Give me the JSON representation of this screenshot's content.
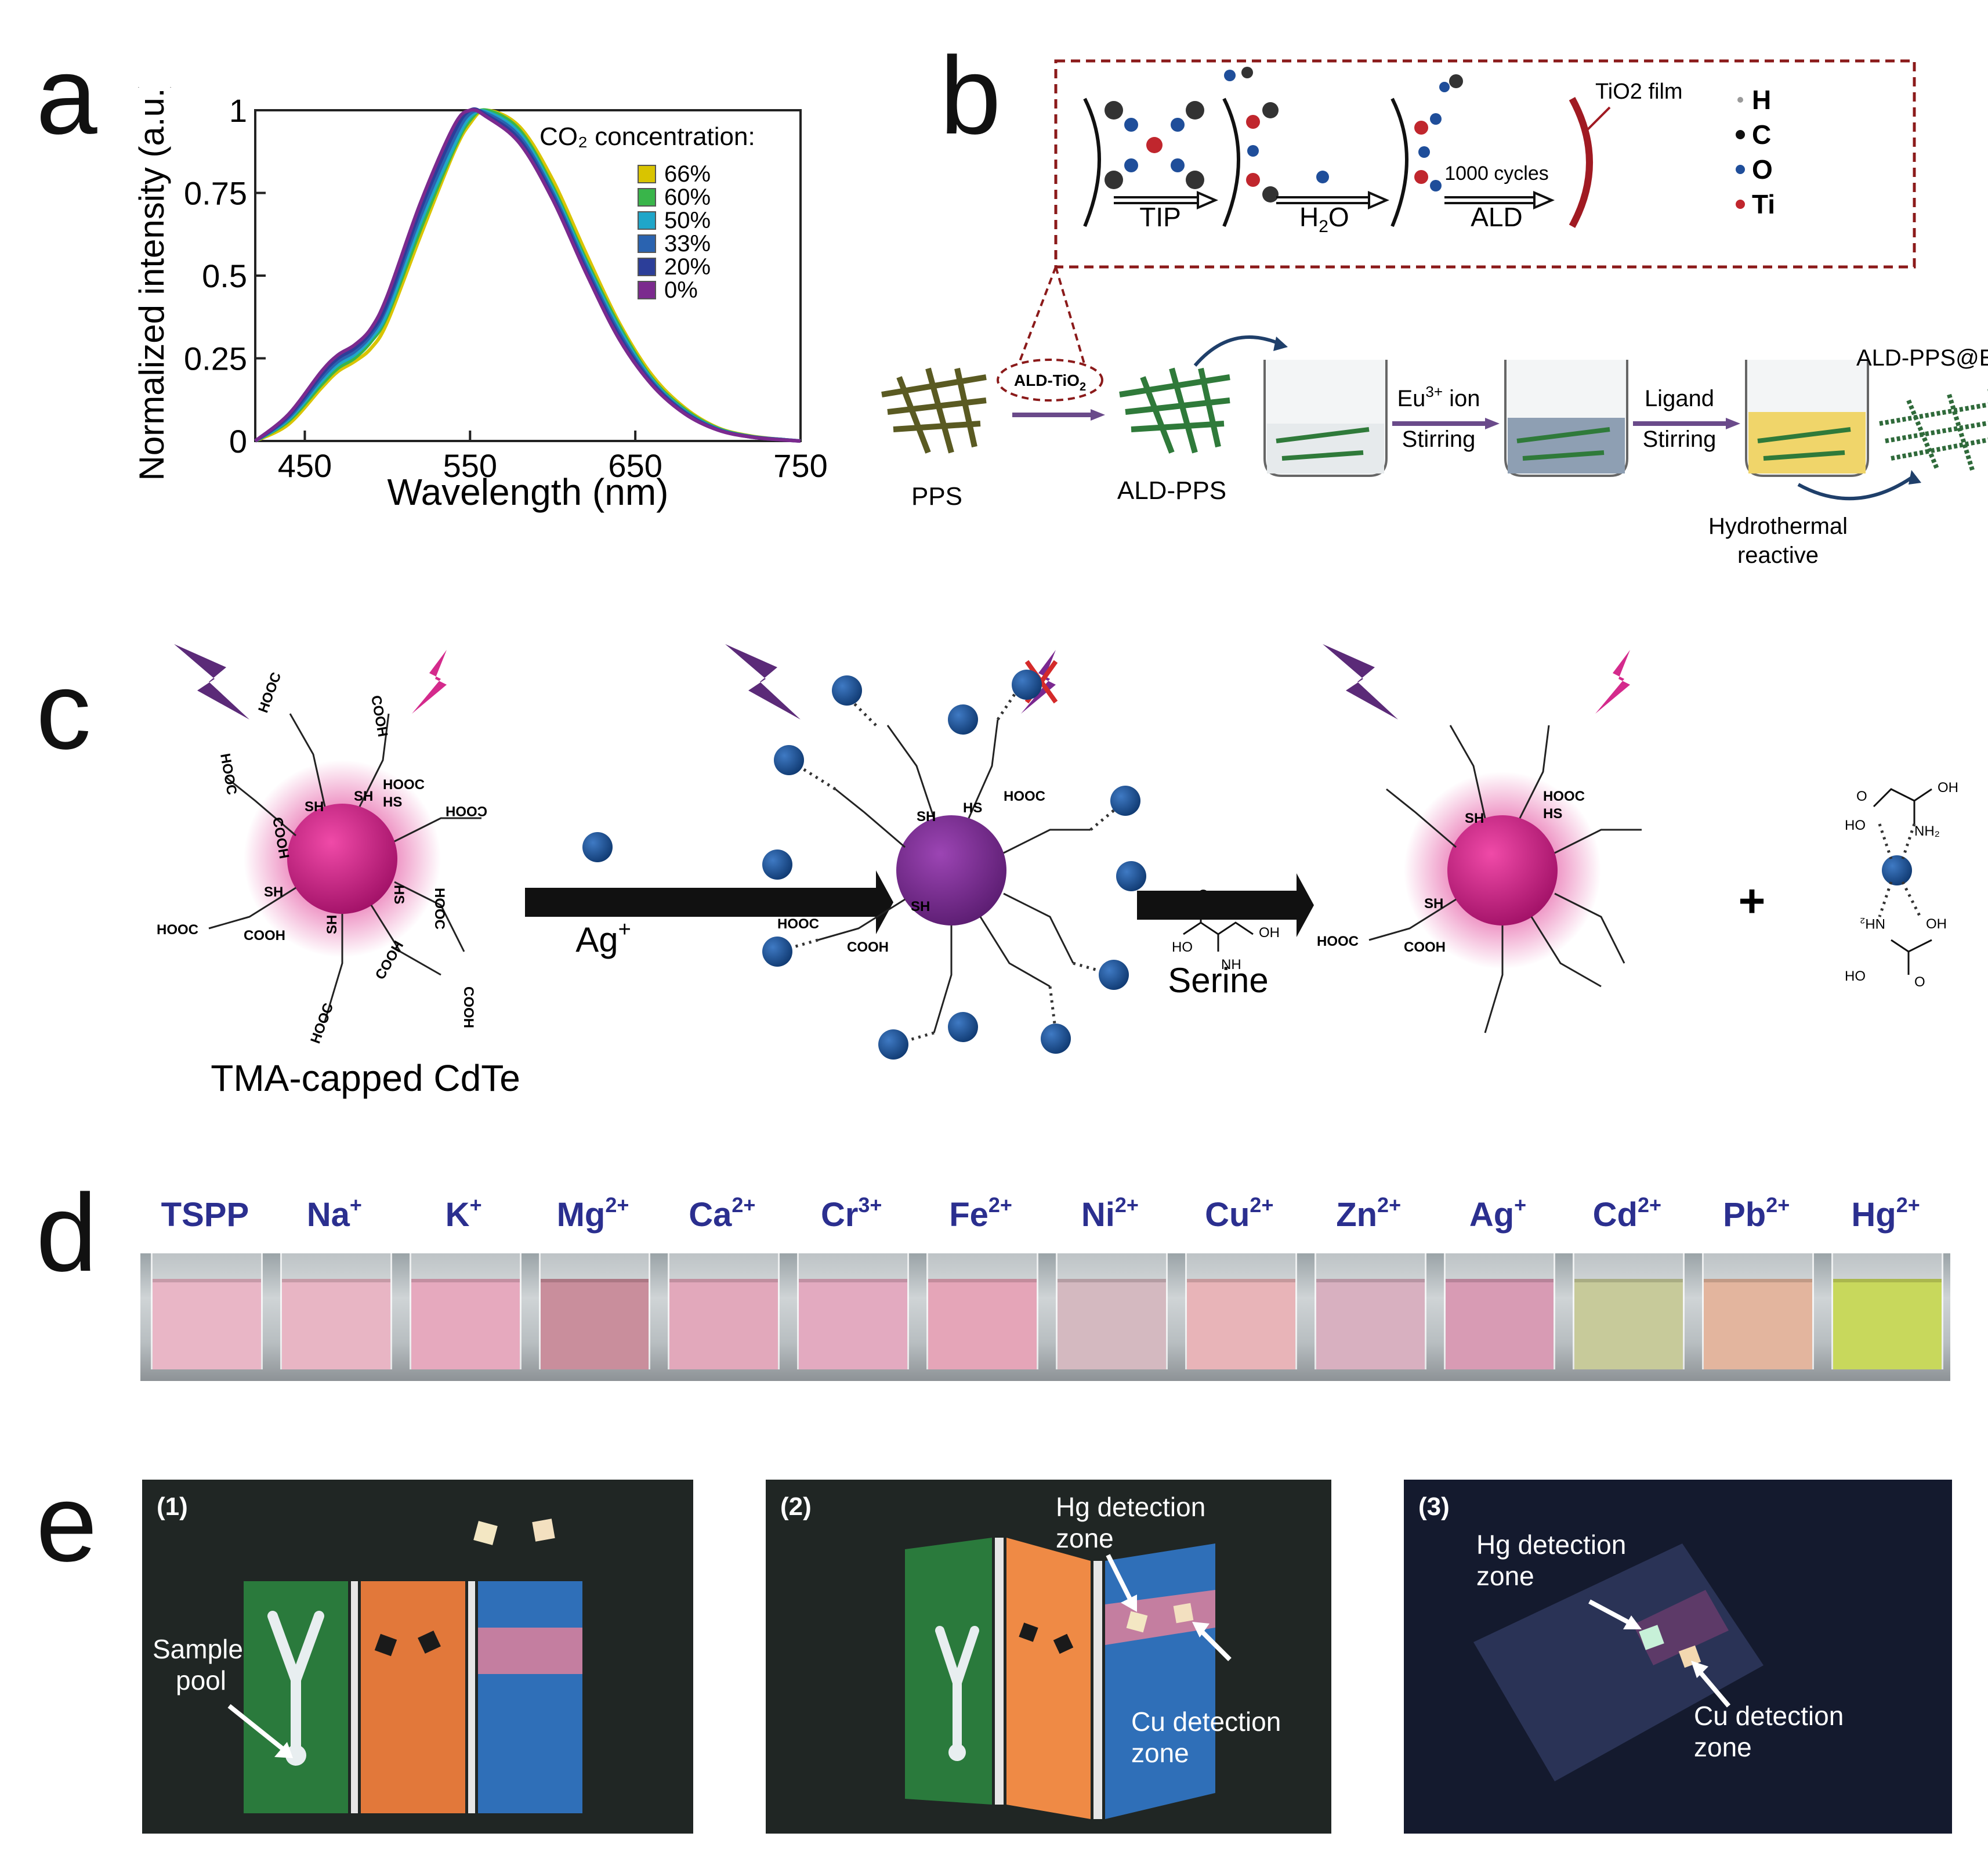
{
  "panels": {
    "a": {
      "letter": "a",
      "chart_data": {
        "type": "line",
        "xlabel": "Wavelength (nm)",
        "ylabel": "Normalized intensity (a.u.)",
        "xlim": [
          420,
          750
        ],
        "ylim": [
          0,
          1
        ],
        "xticks": [
          "450",
          "550",
          "650",
          "750"
        ],
        "yticks": [
          "0",
          "0.25",
          "0.5",
          "0.75",
          "1"
        ],
        "legend_title": "CO₂ concentration:",
        "legend_position": "top-right",
        "x": [
          420,
          440,
          460,
          470,
          480,
          490,
          500,
          520,
          540,
          550,
          560,
          580,
          600,
          620,
          640,
          660,
          680,
          700,
          720,
          740,
          750
        ],
        "series": [
          {
            "name": "66%",
            "color": "#d9c400",
            "values": [
              0.0,
              0.05,
              0.16,
              0.21,
              0.24,
              0.28,
              0.36,
              0.62,
              0.87,
              0.96,
              1.0,
              0.95,
              0.79,
              0.57,
              0.36,
              0.2,
              0.1,
              0.04,
              0.015,
              0.004,
              0.0
            ]
          },
          {
            "name": "60%",
            "color": "#39b54a",
            "values": [
              0.0,
              0.06,
              0.17,
              0.22,
              0.25,
              0.3,
              0.38,
              0.64,
              0.88,
              0.97,
              1.0,
              0.94,
              0.77,
              0.55,
              0.35,
              0.19,
              0.095,
              0.038,
              0.014,
              0.004,
              0.0
            ]
          },
          {
            "name": "50%",
            "color": "#1fa6c9",
            "values": [
              0.0,
              0.065,
              0.18,
              0.23,
              0.26,
              0.31,
              0.39,
              0.66,
              0.89,
              0.98,
              0.995,
              0.93,
              0.76,
              0.54,
              0.34,
              0.185,
              0.09,
              0.036,
              0.013,
              0.004,
              0.0
            ]
          },
          {
            "name": "33%",
            "color": "#2a63b0",
            "values": [
              0.0,
              0.07,
              0.19,
              0.24,
              0.27,
              0.32,
              0.41,
              0.68,
              0.91,
              0.99,
              0.99,
              0.92,
              0.75,
              0.53,
              0.33,
              0.18,
              0.088,
              0.035,
              0.013,
              0.004,
              0.0
            ]
          },
          {
            "name": "20%",
            "color": "#2c3e99",
            "values": [
              0.0,
              0.075,
              0.2,
              0.25,
              0.28,
              0.33,
              0.42,
              0.7,
              0.93,
              1.0,
              0.985,
              0.91,
              0.74,
              0.52,
              0.32,
              0.175,
              0.085,
              0.034,
              0.012,
              0.003,
              0.0
            ]
          },
          {
            "name": "0%",
            "color": "#7b2a8e",
            "values": [
              0.0,
              0.08,
              0.21,
              0.26,
              0.29,
              0.34,
              0.44,
              0.72,
              0.95,
              1.0,
              0.98,
              0.9,
              0.73,
              0.51,
              0.31,
              0.17,
              0.082,
              0.033,
              0.012,
              0.003,
              0.0
            ]
          }
        ]
      }
    },
    "b": {
      "letter": "b",
      "tip_label": "TIP",
      "h2o_label": "H",
      "h2o_sub": "2",
      "h2o_tail": "O",
      "cycles_label": "1000 cycles",
      "ald_label": "ALD",
      "film_label": "TiO2 film",
      "atoms": [
        {
          "symbol": "H",
          "color": "#9a9a9a"
        },
        {
          "symbol": "C",
          "color": "#111111"
        },
        {
          "symbol": "O",
          "color": "#1f4e9a"
        },
        {
          "symbol": "Ti",
          "color": "#c0262d"
        }
      ],
      "ald_tio2_label": "ALD-TiO",
      "ald_tio2_sub": "2",
      "pps_label": "PPS",
      "ald_pps_label": "ALD-PPS",
      "eu_label": "Eu",
      "eu_sup": "3+",
      "eu_tail": " ion",
      "stirring1": "Stirring",
      "ligand_label": "Ligand",
      "stirring2": "Stirring",
      "product_label": "ALD-PPS@Eu-MOF",
      "hydro1": "Hydrothermal",
      "hydro2": "reactive"
    },
    "c": {
      "letter": "c",
      "tma_label": "TMA-capped CdTe",
      "ag_label": "Ag",
      "ag_sup": "+",
      "serine_label": "Serine",
      "plus_sign": "+",
      "colors": {
        "qd_on": "#d0187f",
        "qd_off": "#7a2890",
        "ion": "#1d4e8f",
        "flash_dark": "#5b2a78",
        "flash_pink": "#d42a8c"
      }
    },
    "d": {
      "letter": "d",
      "tubes": [
        {
          "base": "TSPP",
          "sup": "",
          "color": "#e9b6c6"
        },
        {
          "base": "Na",
          "sup": "+",
          "color": "#e8b5c4"
        },
        {
          "base": "K",
          "sup": "+",
          "color": "#e6a9be"
        },
        {
          "base": "Mg",
          "sup": "2+",
          "color": "#c98e9c"
        },
        {
          "base": "Ca",
          "sup": "2+",
          "color": "#e2a8bb"
        },
        {
          "base": "Cr",
          "sup": "3+",
          "color": "#e3aac0"
        },
        {
          "base": "Fe",
          "sup": "2+",
          "color": "#e5a5b8"
        },
        {
          "base": "Ni",
          "sup": "2+",
          "color": "#d4b9c0"
        },
        {
          "base": "Cu",
          "sup": "2+",
          "color": "#e8b4b8"
        },
        {
          "base": "Zn",
          "sup": "2+",
          "color": "#d8b0c0"
        },
        {
          "base": "Ag",
          "sup": "+",
          "color": "#d89bb4"
        },
        {
          "base": "Cd",
          "sup": "2+",
          "color": "#c7ca9a"
        },
        {
          "base": "Pb",
          "sup": "2+",
          "color": "#e3b59e"
        },
        {
          "base": "Hg",
          "sup": "2+",
          "color": "#c8d85c"
        }
      ]
    },
    "e": {
      "letter": "e",
      "photo1_tag": "(1)",
      "sample_line1": "Sample",
      "sample_line2": "pool",
      "photo2_tag": "(2)",
      "hg_zone_line1": "Hg detection",
      "hg_zone_line2": "zone",
      "cu_zone_line1": "Cu detection",
      "cu_zone_line2": "zone",
      "photo3_tag": "(3)",
      "hg3_line1": "Hg detection",
      "hg3_line2": "zone",
      "cu3_line1": "Cu detection",
      "cu3_line2": "zone"
    }
  }
}
